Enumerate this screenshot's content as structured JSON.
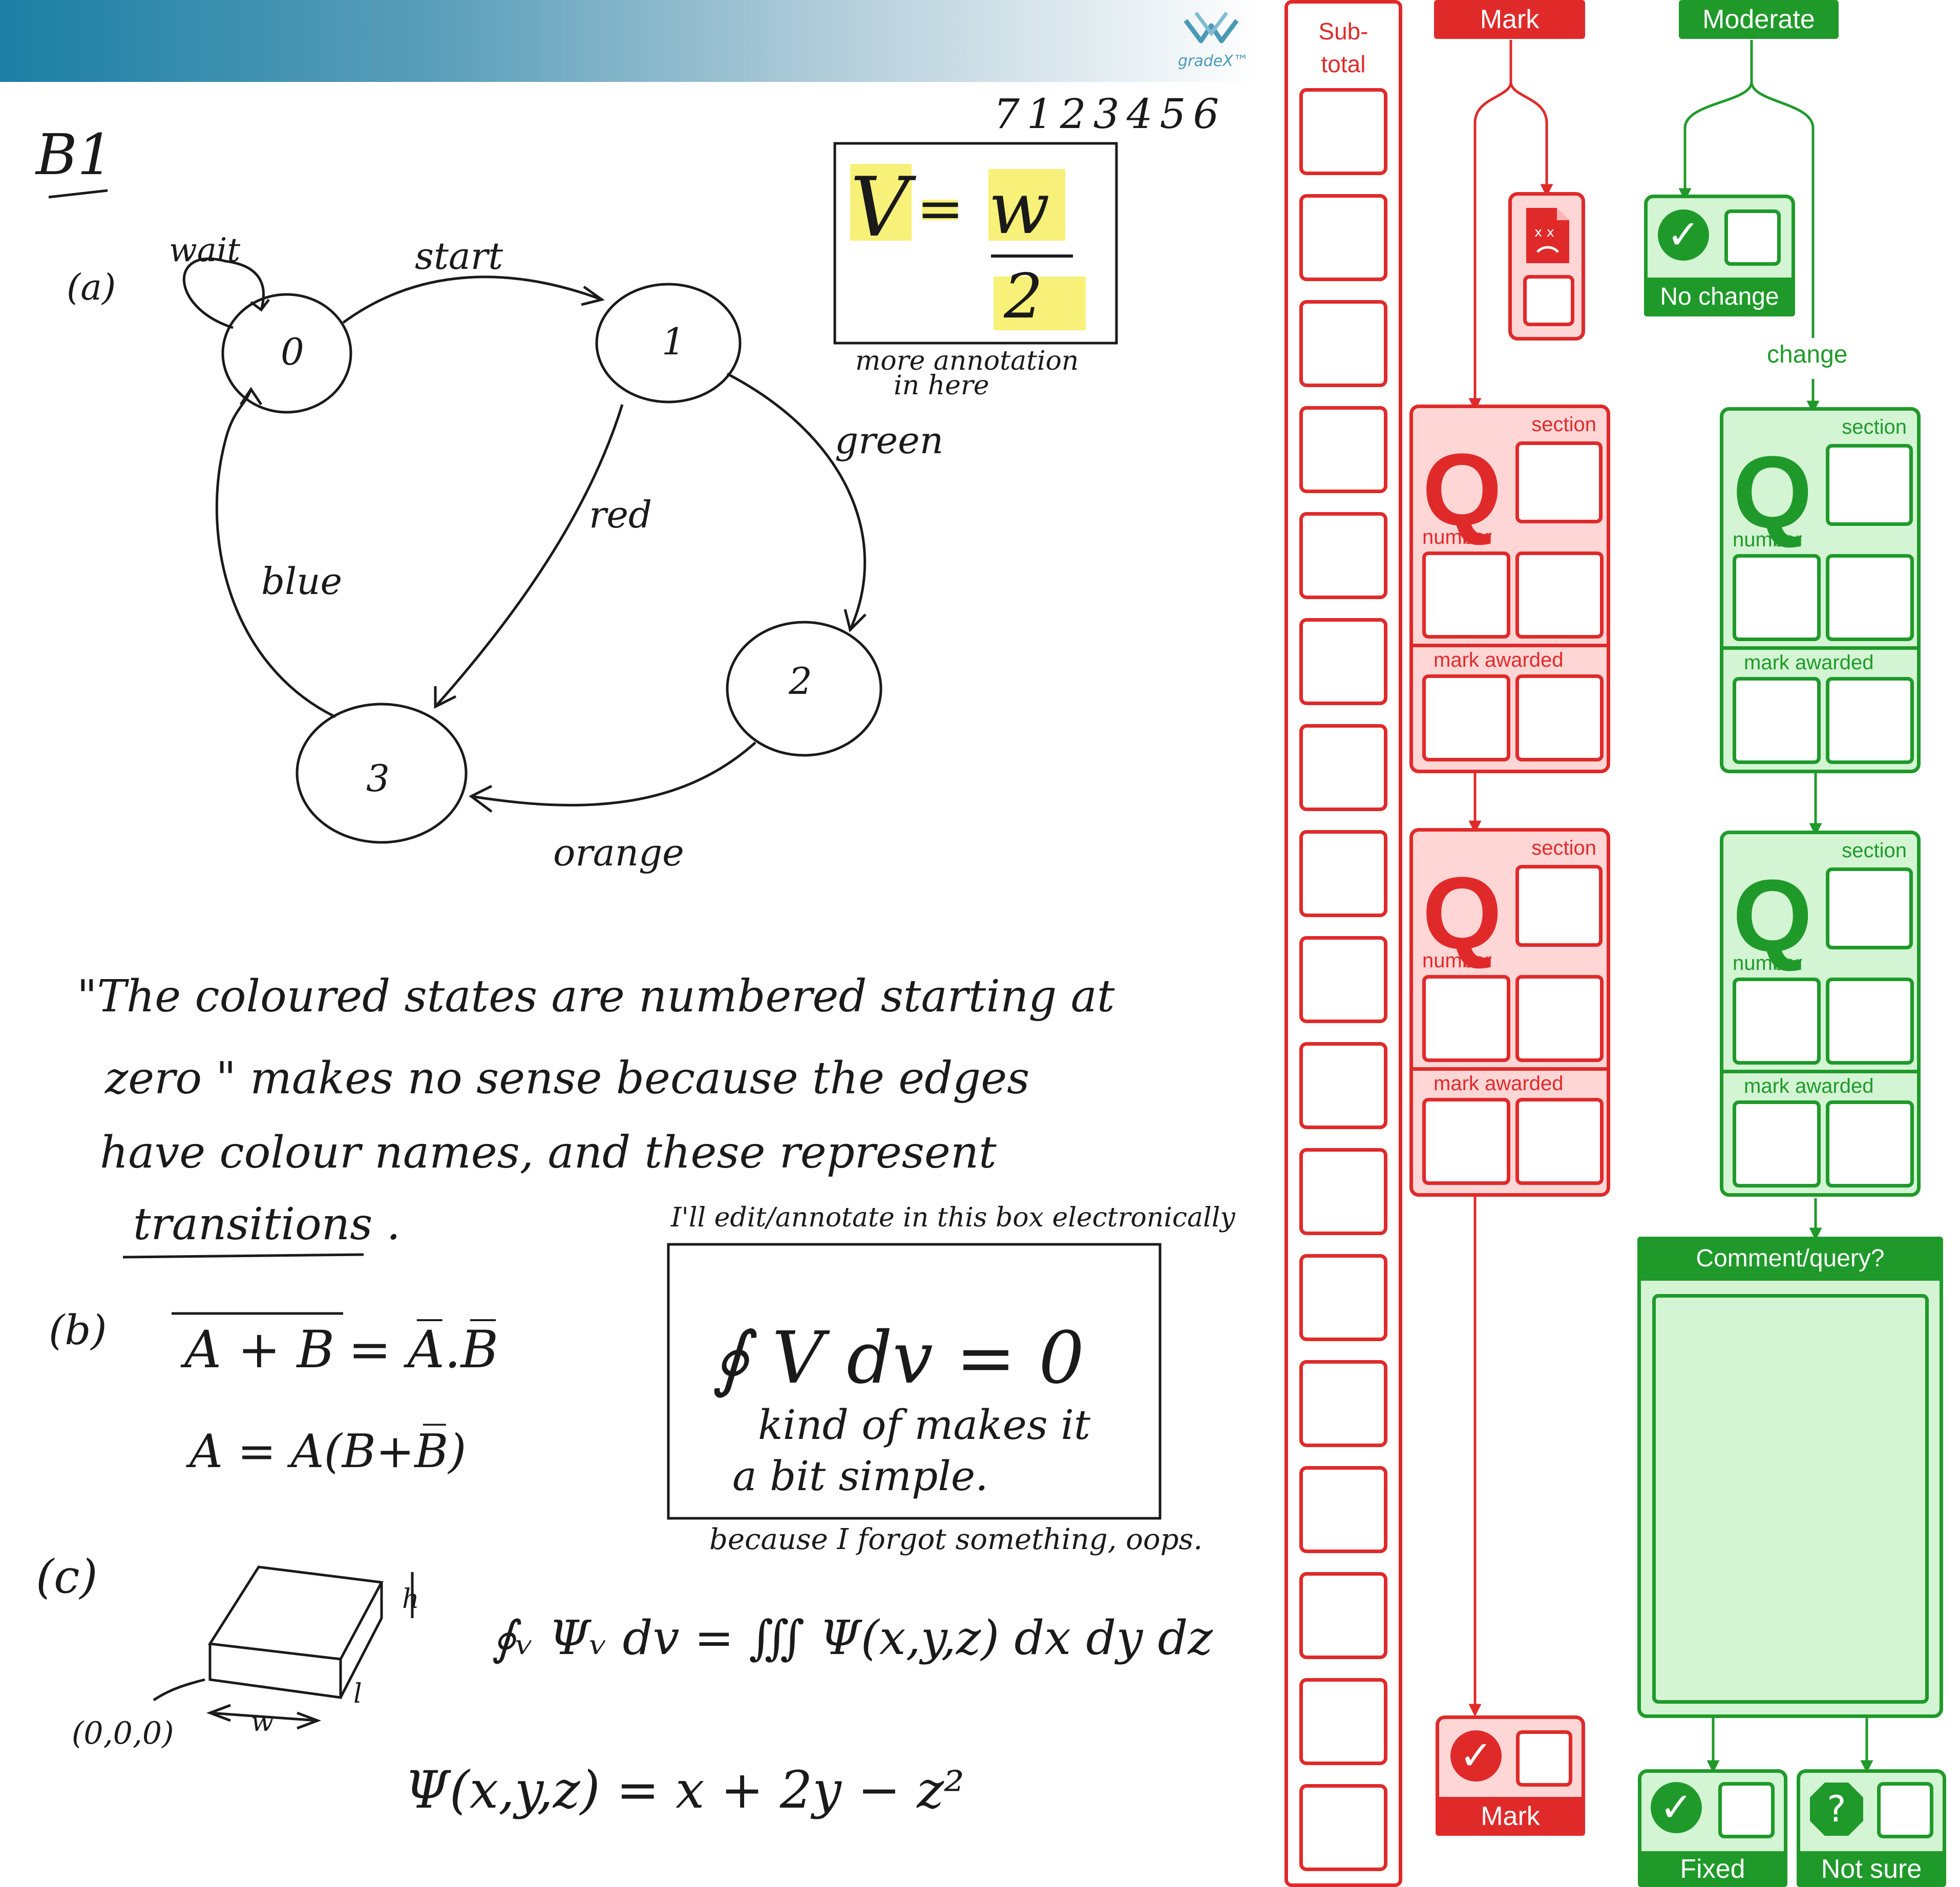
{
  "branding": {
    "logo_text": "gradeX™"
  },
  "script": {
    "question_label": "B1",
    "candidate_number": "7123456",
    "part_a_label": "(a)",
    "states": [
      "0",
      "1",
      "2",
      "3"
    ],
    "transitions": {
      "wait": "wait",
      "start": "start",
      "green": "green",
      "red": "red",
      "blue": "blue",
      "orange": "orange"
    },
    "annotation_box_caption_1": "more annotation",
    "annotation_box_caption_2": "in here",
    "annotation_box_formula_v": "V",
    "annotation_box_formula_eq": "=",
    "annotation_box_formula_w": "w",
    "annotation_box_formula_2": "2",
    "paragraph": [
      "\"The coloured states are numbered starting at",
      "zero \" makes no sense because the edges",
      "have colour names, and these represent",
      "transitions ."
    ],
    "edit_box_note": "I'll edit/annotate in this box electronically",
    "edit_box_formula": "∮ V dv = 0",
    "edit_box_line1": "kind of makes it",
    "edit_box_line2": "a bit simple.",
    "edit_box_after": "because I forgot something, oops.",
    "part_b_label": "(b)",
    "part_b_eq1_lhs": "A + B",
    "part_b_eq1_rhs": "= A̅.B̅",
    "part_b_eq2": "A = A(B+B̅)",
    "part_c_label": "(c)",
    "cube_origin": "(0,0,0)",
    "cube_w": "w",
    "cube_h": "h",
    "cube_l": "l",
    "part_c_eq1": "∮ᵥ Ψᵥ dv = ∭ Ψ(x,y,z) dx dy dz",
    "part_c_eq2": "Ψ(x,y,z) = x + 2y − z²"
  },
  "panel": {
    "subtotal_label_1": "Sub-",
    "subtotal_label_2": "total",
    "mark_header": "Mark",
    "moderate_header": "Moderate",
    "no_change_label": "No change",
    "change_label": "change",
    "section_label": "section",
    "number_label": "number",
    "mark_awarded_label": "mark awarded",
    "comment_label": "Comment/query?",
    "mark_footer": "Mark",
    "fixed_label": "Fixed",
    "not_sure_label": "Not sure",
    "check_glyph": "✓",
    "question_glyph": "?",
    "q_glyph": "Q",
    "colors": {
      "mark_red": "#e02a2a",
      "moderate_green": "#1f9a2a"
    }
  }
}
